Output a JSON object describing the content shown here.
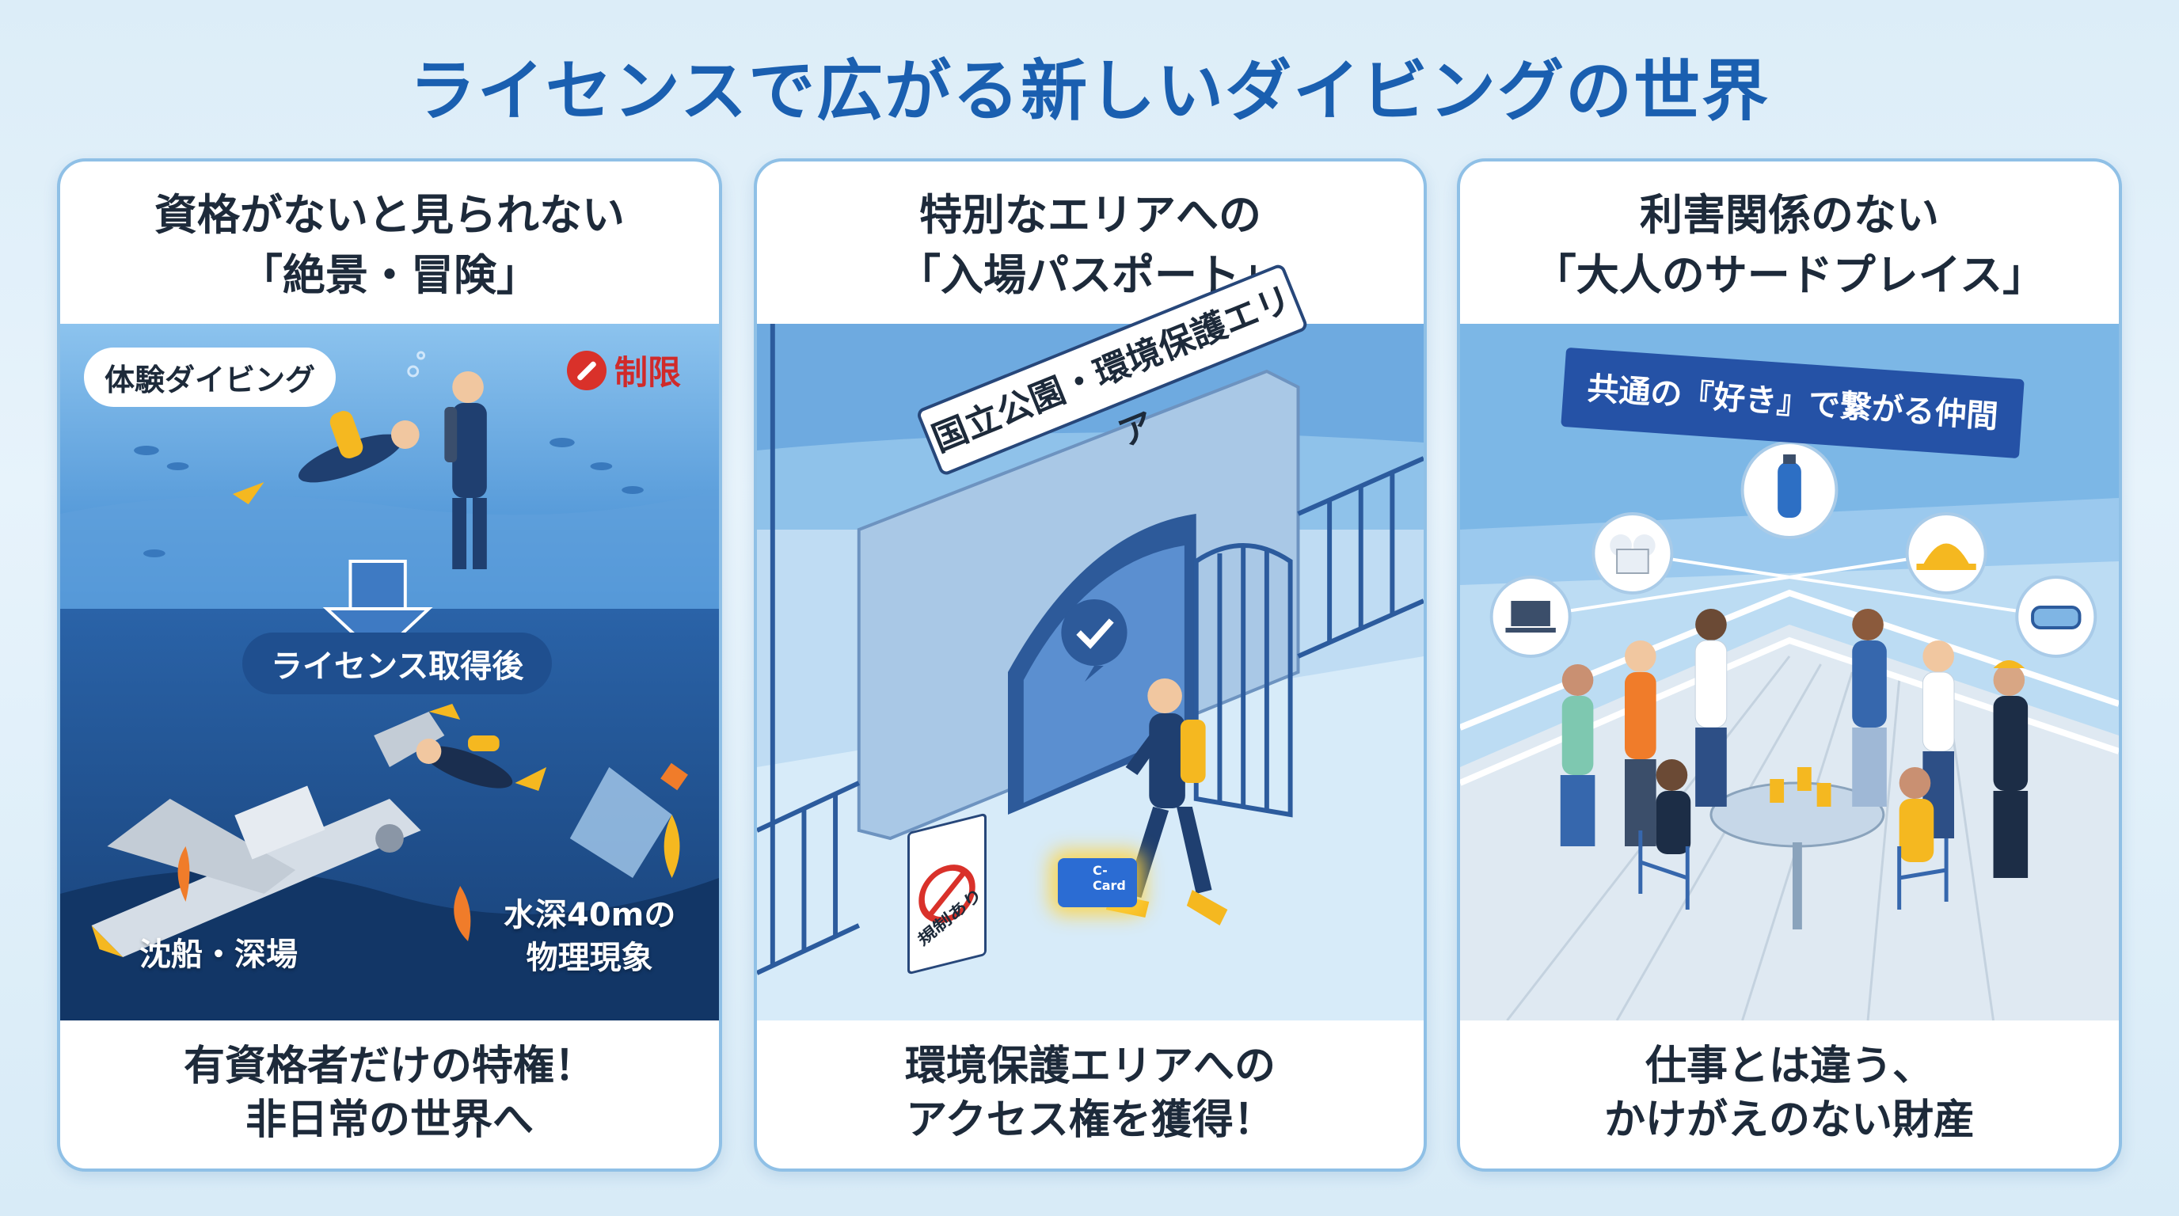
{
  "page": {
    "title": "ライセンスで広がる新しいダイビングの世界"
  },
  "panels": [
    {
      "head_line1": "資格がないと見られない",
      "head_line2": "「絶景・冒険」",
      "tag_trial": "体験ダイビング",
      "tag_restrict": "制限",
      "after_license": "ライセンス取得後",
      "label_wreck": "沈船・深場",
      "label_depth_line1": "水深40mの",
      "label_depth_line2": "物理現象",
      "foot_line1": "有資格者だけの特権！",
      "foot_line2": "非日常の世界へ"
    },
    {
      "head_line1": "特別なエリアへの",
      "head_line2": "「入場パスポート」",
      "gate_sign": "国立公園・環境保護エリア",
      "regulation_sign": "規制あり",
      "card_label": "C-Card",
      "foot_line1": "環境保護エリアへの",
      "foot_line2": "アクセス権を獲得！"
    },
    {
      "head_line1": "利害関係のない",
      "head_line2": "「大人のサードプレイス」",
      "banner": "共通の『好き』で繋がる仲間",
      "foot_line1": "仕事とは違う、",
      "foot_line2": "かけがえのない財産"
    }
  ],
  "colors": {
    "title": "#1a5fb0",
    "panel_border": "#8fc0e6",
    "ocean_shallow": "#4a92d6",
    "ocean_deep": "#1c4f8d",
    "accent_yellow": "#f5b820",
    "restrict_red": "#d02a2a"
  },
  "icons": [
    "checkmark-icon",
    "no-entry-icon",
    "laptop-icon",
    "chef-hat-icon",
    "scuba-tank-icon",
    "hard-hat-icon",
    "dive-mask-icon"
  ]
}
